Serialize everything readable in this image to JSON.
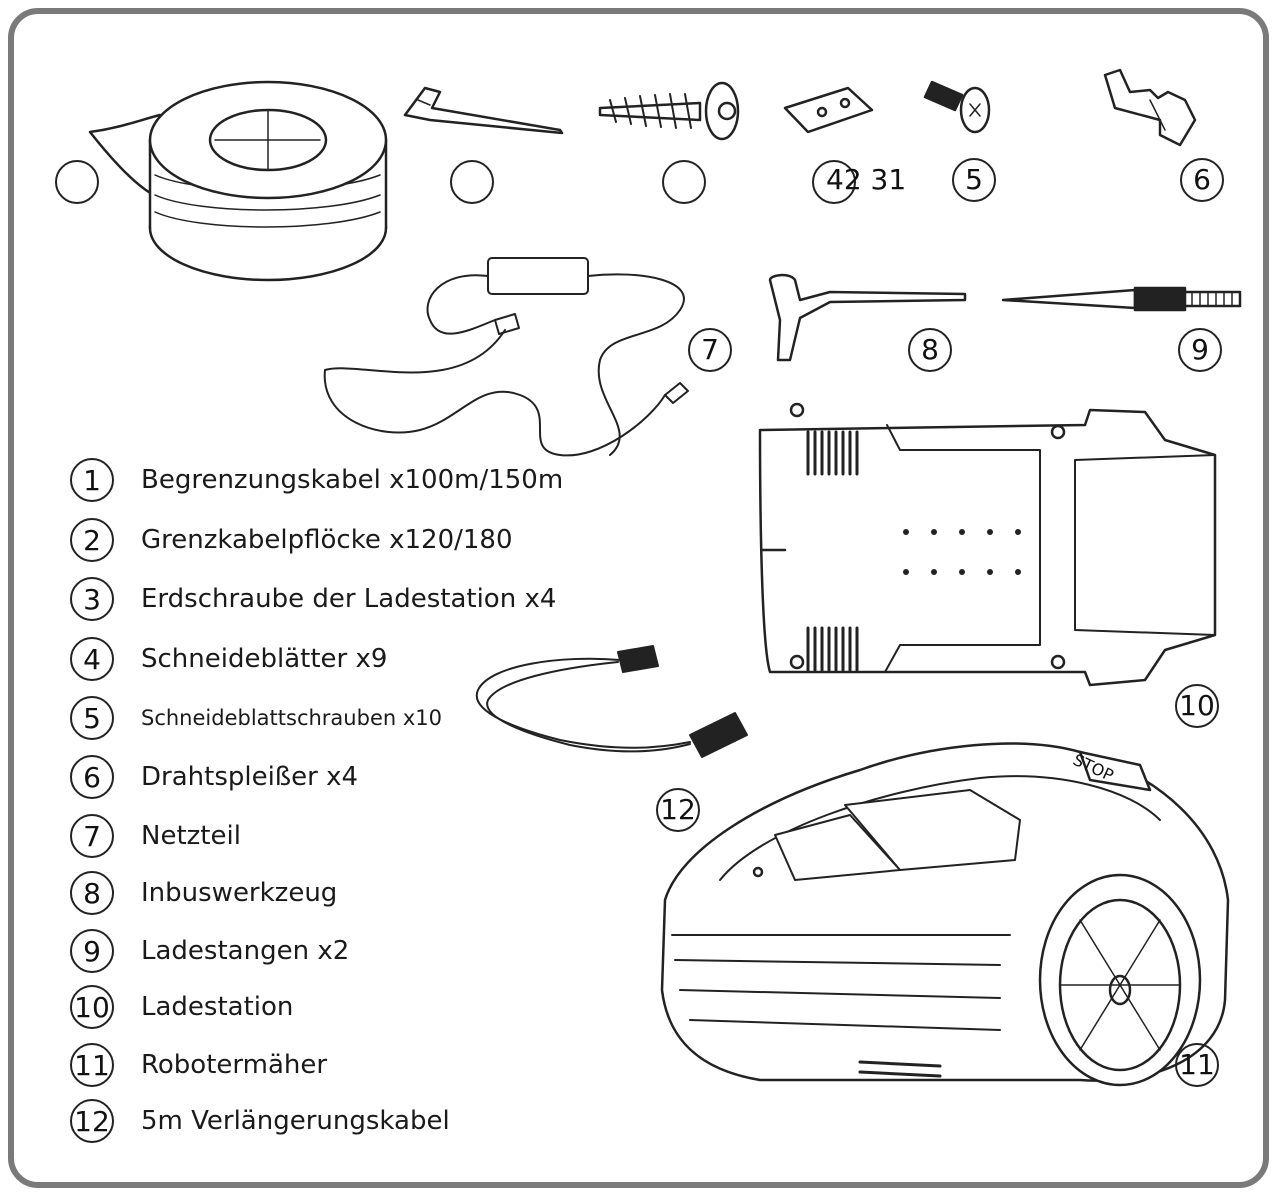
{
  "top_markers": {
    "m1": "",
    "m2": "",
    "m3": "",
    "m4_text": "42 31",
    "m5": "5",
    "m6": "6",
    "m7": "7",
    "m8": "8",
    "m9": "9",
    "m10": "10",
    "m11": "11",
    "m12": "12"
  },
  "legend": [
    {
      "num": "1",
      "label": "Begrenzungskabel x100m/150m"
    },
    {
      "num": "2",
      "label": "Grenzkabelpflöcke x120/180"
    },
    {
      "num": "3",
      "label": "Erdschraube der Ladestation x4"
    },
    {
      "num": "4",
      "label": "Schneideblätter x9"
    },
    {
      "num": "5",
      "label": "Schneideblattschrauben x10"
    },
    {
      "num": "6",
      "label": "Drahtspleißer x4"
    },
    {
      "num": "7",
      "label": "Netzteil"
    },
    {
      "num": "8",
      "label": "Inbuswerkzeug"
    },
    {
      "num": "9",
      "label": "Ladestangen x2"
    },
    {
      "num": "10",
      "label": "Ladestation"
    },
    {
      "num": "11",
      "label": "Robotermäher"
    },
    {
      "num": "12",
      "label": "5m Verlängerungskabel"
    }
  ],
  "mower_stop_label": "STOP"
}
